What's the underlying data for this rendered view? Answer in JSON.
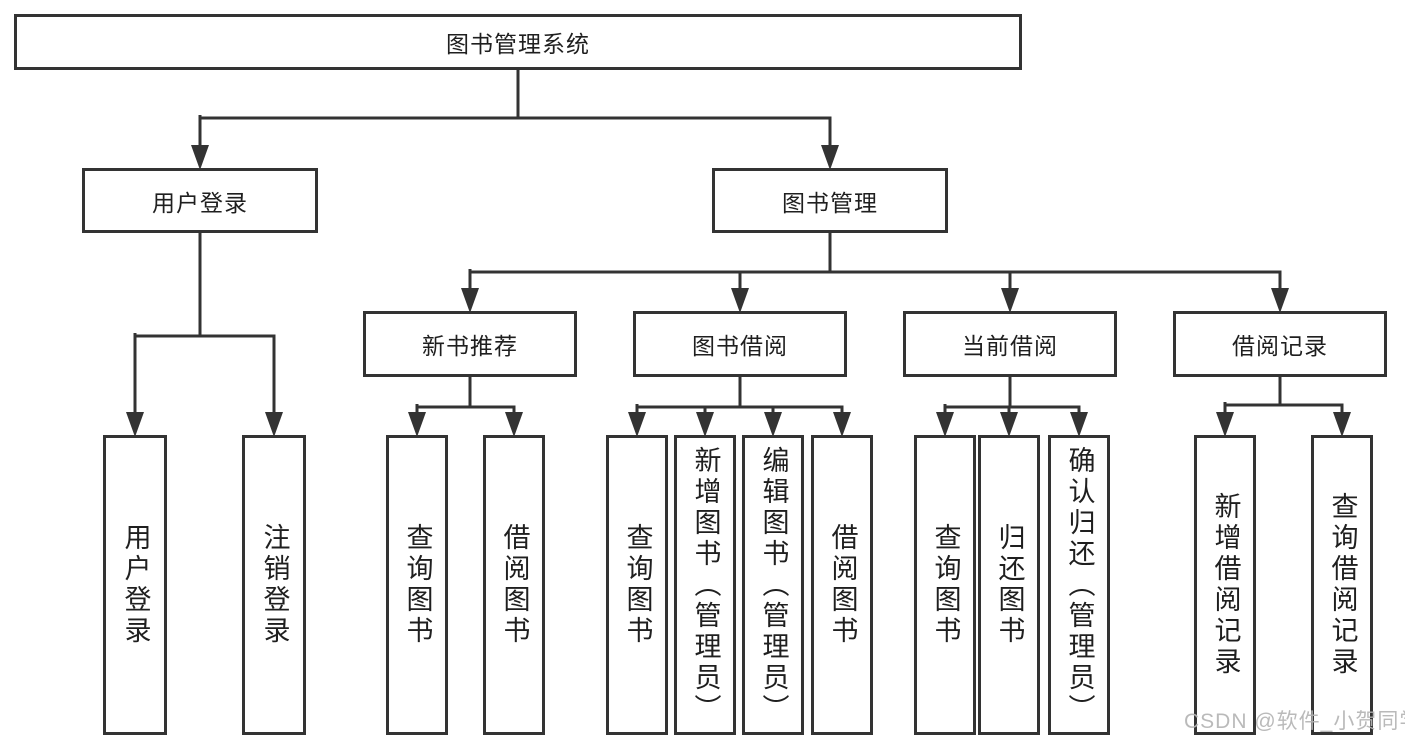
{
  "diagram": {
    "title": "图书管理系统",
    "line_color": "#333333",
    "text_color": "#1f1f1f",
    "background_color": "#ffffff",
    "nodes": {
      "root": {
        "label": "图书管理系统"
      },
      "login": {
        "label": "用户登录"
      },
      "mgmt": {
        "label": "图书管理"
      },
      "newrec": {
        "label": "新书推荐"
      },
      "borrow": {
        "label": "图书借阅"
      },
      "current": {
        "label": "当前借阅"
      },
      "records": {
        "label": "借阅记录"
      },
      "leaf_login": {
        "label": "用户登录"
      },
      "leaf_logout": {
        "label": "注销登录"
      },
      "leaf_nr_query": {
        "label": "查询图书"
      },
      "leaf_nr_borrow": {
        "label": "借阅图书"
      },
      "leaf_b_query": {
        "label": "查询图书"
      },
      "leaf_b_add": {
        "label": "新增图书（管理员）"
      },
      "leaf_b_edit": {
        "label": "编辑图书（管理员）"
      },
      "leaf_b_borrow": {
        "label": "借阅图书"
      },
      "leaf_c_query": {
        "label": "查询图书"
      },
      "leaf_c_return": {
        "label": "归还图书"
      },
      "leaf_c_confirm": {
        "label": "确认归还（管理员）"
      },
      "leaf_r_add": {
        "label": "新增借阅记录"
      },
      "leaf_r_query": {
        "label": "查询借阅记录"
      }
    },
    "edges": [
      {
        "from": "root",
        "to": [
          "login",
          "mgmt"
        ]
      },
      {
        "from": "login",
        "to": [
          "leaf_login",
          "leaf_logout"
        ]
      },
      {
        "from": "mgmt",
        "to": [
          "newrec",
          "borrow",
          "current",
          "records"
        ]
      },
      {
        "from": "newrec",
        "to": [
          "leaf_nr_query",
          "leaf_nr_borrow"
        ]
      },
      {
        "from": "borrow",
        "to": [
          "leaf_b_query",
          "leaf_b_add",
          "leaf_b_edit",
          "leaf_b_borrow"
        ]
      },
      {
        "from": "current",
        "to": [
          "leaf_c_query",
          "leaf_c_return",
          "leaf_c_confirm"
        ]
      },
      {
        "from": "records",
        "to": [
          "leaf_r_add",
          "leaf_r_query"
        ]
      }
    ]
  },
  "watermark": {
    "text": "CSDN @软件_小贺同学",
    "color": "#b5b5b5"
  }
}
